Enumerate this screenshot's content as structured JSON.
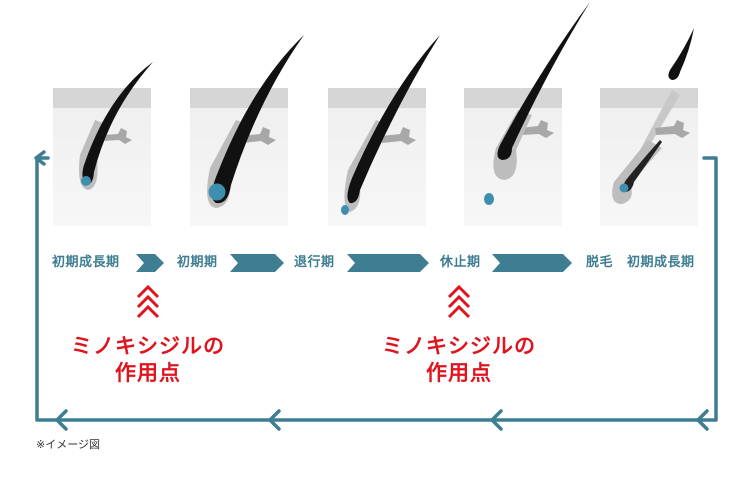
{
  "stages": [
    {
      "id": "anagen-early",
      "label": "初期成長期"
    },
    {
      "id": "anagen",
      "label": "初期期"
    },
    {
      "id": "catagen",
      "label": "退行期"
    },
    {
      "id": "telogen",
      "label": "休止期"
    },
    {
      "id": "exogen",
      "label": "脱毛"
    },
    {
      "id": "anagen-early-2",
      "label": "初期成長期"
    }
  ],
  "callouts": [
    {
      "line1": "ミノキシジルの",
      "line2": "作用点"
    },
    {
      "line1": "ミノキシジルの",
      "line2": "作用点"
    }
  ],
  "note": "※イメージ図",
  "colors": {
    "accent": "#3f7d92",
    "callout": "#e0141e",
    "hair": "#111111",
    "bulb": "#3d8fb0"
  }
}
